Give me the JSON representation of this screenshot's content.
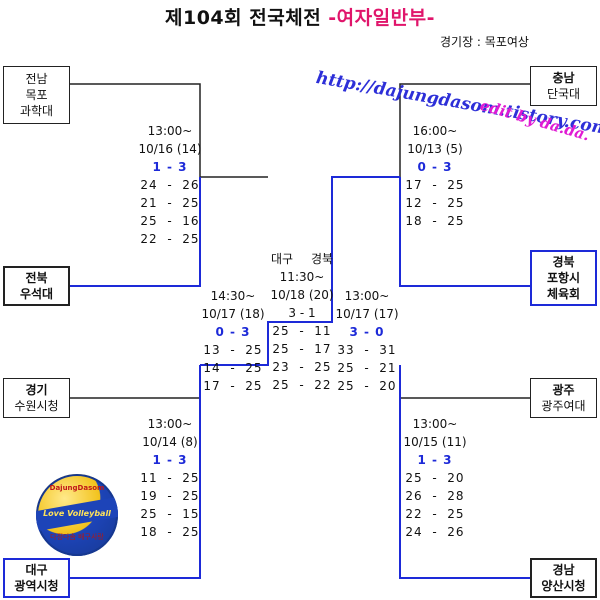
{
  "header": {
    "title_main": "제104회 전국체전",
    "title_sub": "-여자일반부-",
    "venue": "경기장 : 목포여상"
  },
  "watermarks": {
    "url": "http://dajungdasom.tistory.com",
    "edit": "edit by da.da.",
    "logo_top": "DajungDasom",
    "logo_mid": "Love Volleyball",
    "logo_bottom": "다정다솜 배구사랑"
  },
  "teams": {
    "tl": {
      "line1": "전남",
      "line2": "목포",
      "line3": "과학대"
    },
    "tl2": {
      "line1": "전북",
      "line2": "우석대"
    },
    "bl": {
      "line1": "경기",
      "line2": "수원시청"
    },
    "bl2": {
      "line1": "대구",
      "line2": "광역시청"
    },
    "tr": {
      "line1": "충남",
      "line2": "단국대"
    },
    "tr2": {
      "line1": "경북",
      "line2": "포항시",
      "line3": "체육회"
    },
    "br": {
      "line1": "광주",
      "line2": "광주여대"
    },
    "br2": {
      "line1": "경남",
      "line2": "양산시청"
    }
  },
  "matches": {
    "m1": {
      "time": "13:00~",
      "date": "10/16 (14)",
      "score": "1  -  3",
      "sets": [
        "24  -  26",
        "21  -  25",
        "25  -  16",
        "22  -  25"
      ]
    },
    "m2": {
      "time": "13:00~",
      "date": "10/14 (8)",
      "score": "1  -  3",
      "sets": [
        "11  -  25",
        "19  -  25",
        "25  -  15",
        "18  -  25"
      ]
    },
    "m3": {
      "time": "16:00~",
      "date": "10/13 (5)",
      "score": "0  -  3",
      "sets": [
        "17  -  25",
        "12  -  25",
        "18  -  25"
      ]
    },
    "m4": {
      "time": "13:00~",
      "date": "10/15 (11)",
      "score": "1  -  3",
      "sets": [
        "25  -  20",
        "26  -  28",
        "22  -  25",
        "24  -  26"
      ]
    },
    "semi_left": {
      "time": "14:30~",
      "date": "10/17 (18)",
      "score": "0  -  3",
      "sets": [
        "13  -  25",
        "14  -  25",
        "17  -  25"
      ]
    },
    "semi_right": {
      "time": "13:00~",
      "date": "10/17 (17)",
      "score": "3  -  0",
      "sets": [
        "33  -  31",
        "25  -  21",
        "25  -  20"
      ]
    },
    "final": {
      "team_left": "대구",
      "team_right": "경북",
      "time": "11:30~",
      "date": "10/18 (20)",
      "score": "3  -  1",
      "sets": [
        "25  -  11",
        "25  -  17",
        "23  -  25",
        "25  -  22"
      ]
    }
  }
}
